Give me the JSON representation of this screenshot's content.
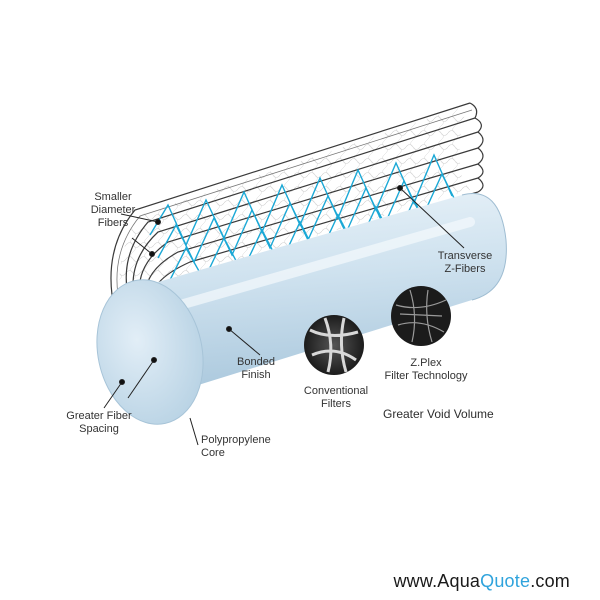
{
  "labels": {
    "smaller_fibers": "Smaller\nDiameter\nFibers",
    "transverse": "Transverse\nZ-Fibers",
    "bonded": "Bonded\nFinish",
    "conventional": "Conventional\nFilters",
    "zplex": "Z.Plex\nFilter Technology",
    "void_volume": "Greater Void Volume",
    "fiber_spacing": "Greater Fiber\nSpacing",
    "core": "Polypropylene\nCore"
  },
  "watermark": {
    "prefix": "www.Aqua",
    "brand": "Quote",
    "suffix": ".com"
  },
  "colors": {
    "accent": "#2fa3dc",
    "cylinder": "#cfe2ef",
    "layer_lines": "#3a3a3a",
    "fibers": "#1aa8d6"
  }
}
